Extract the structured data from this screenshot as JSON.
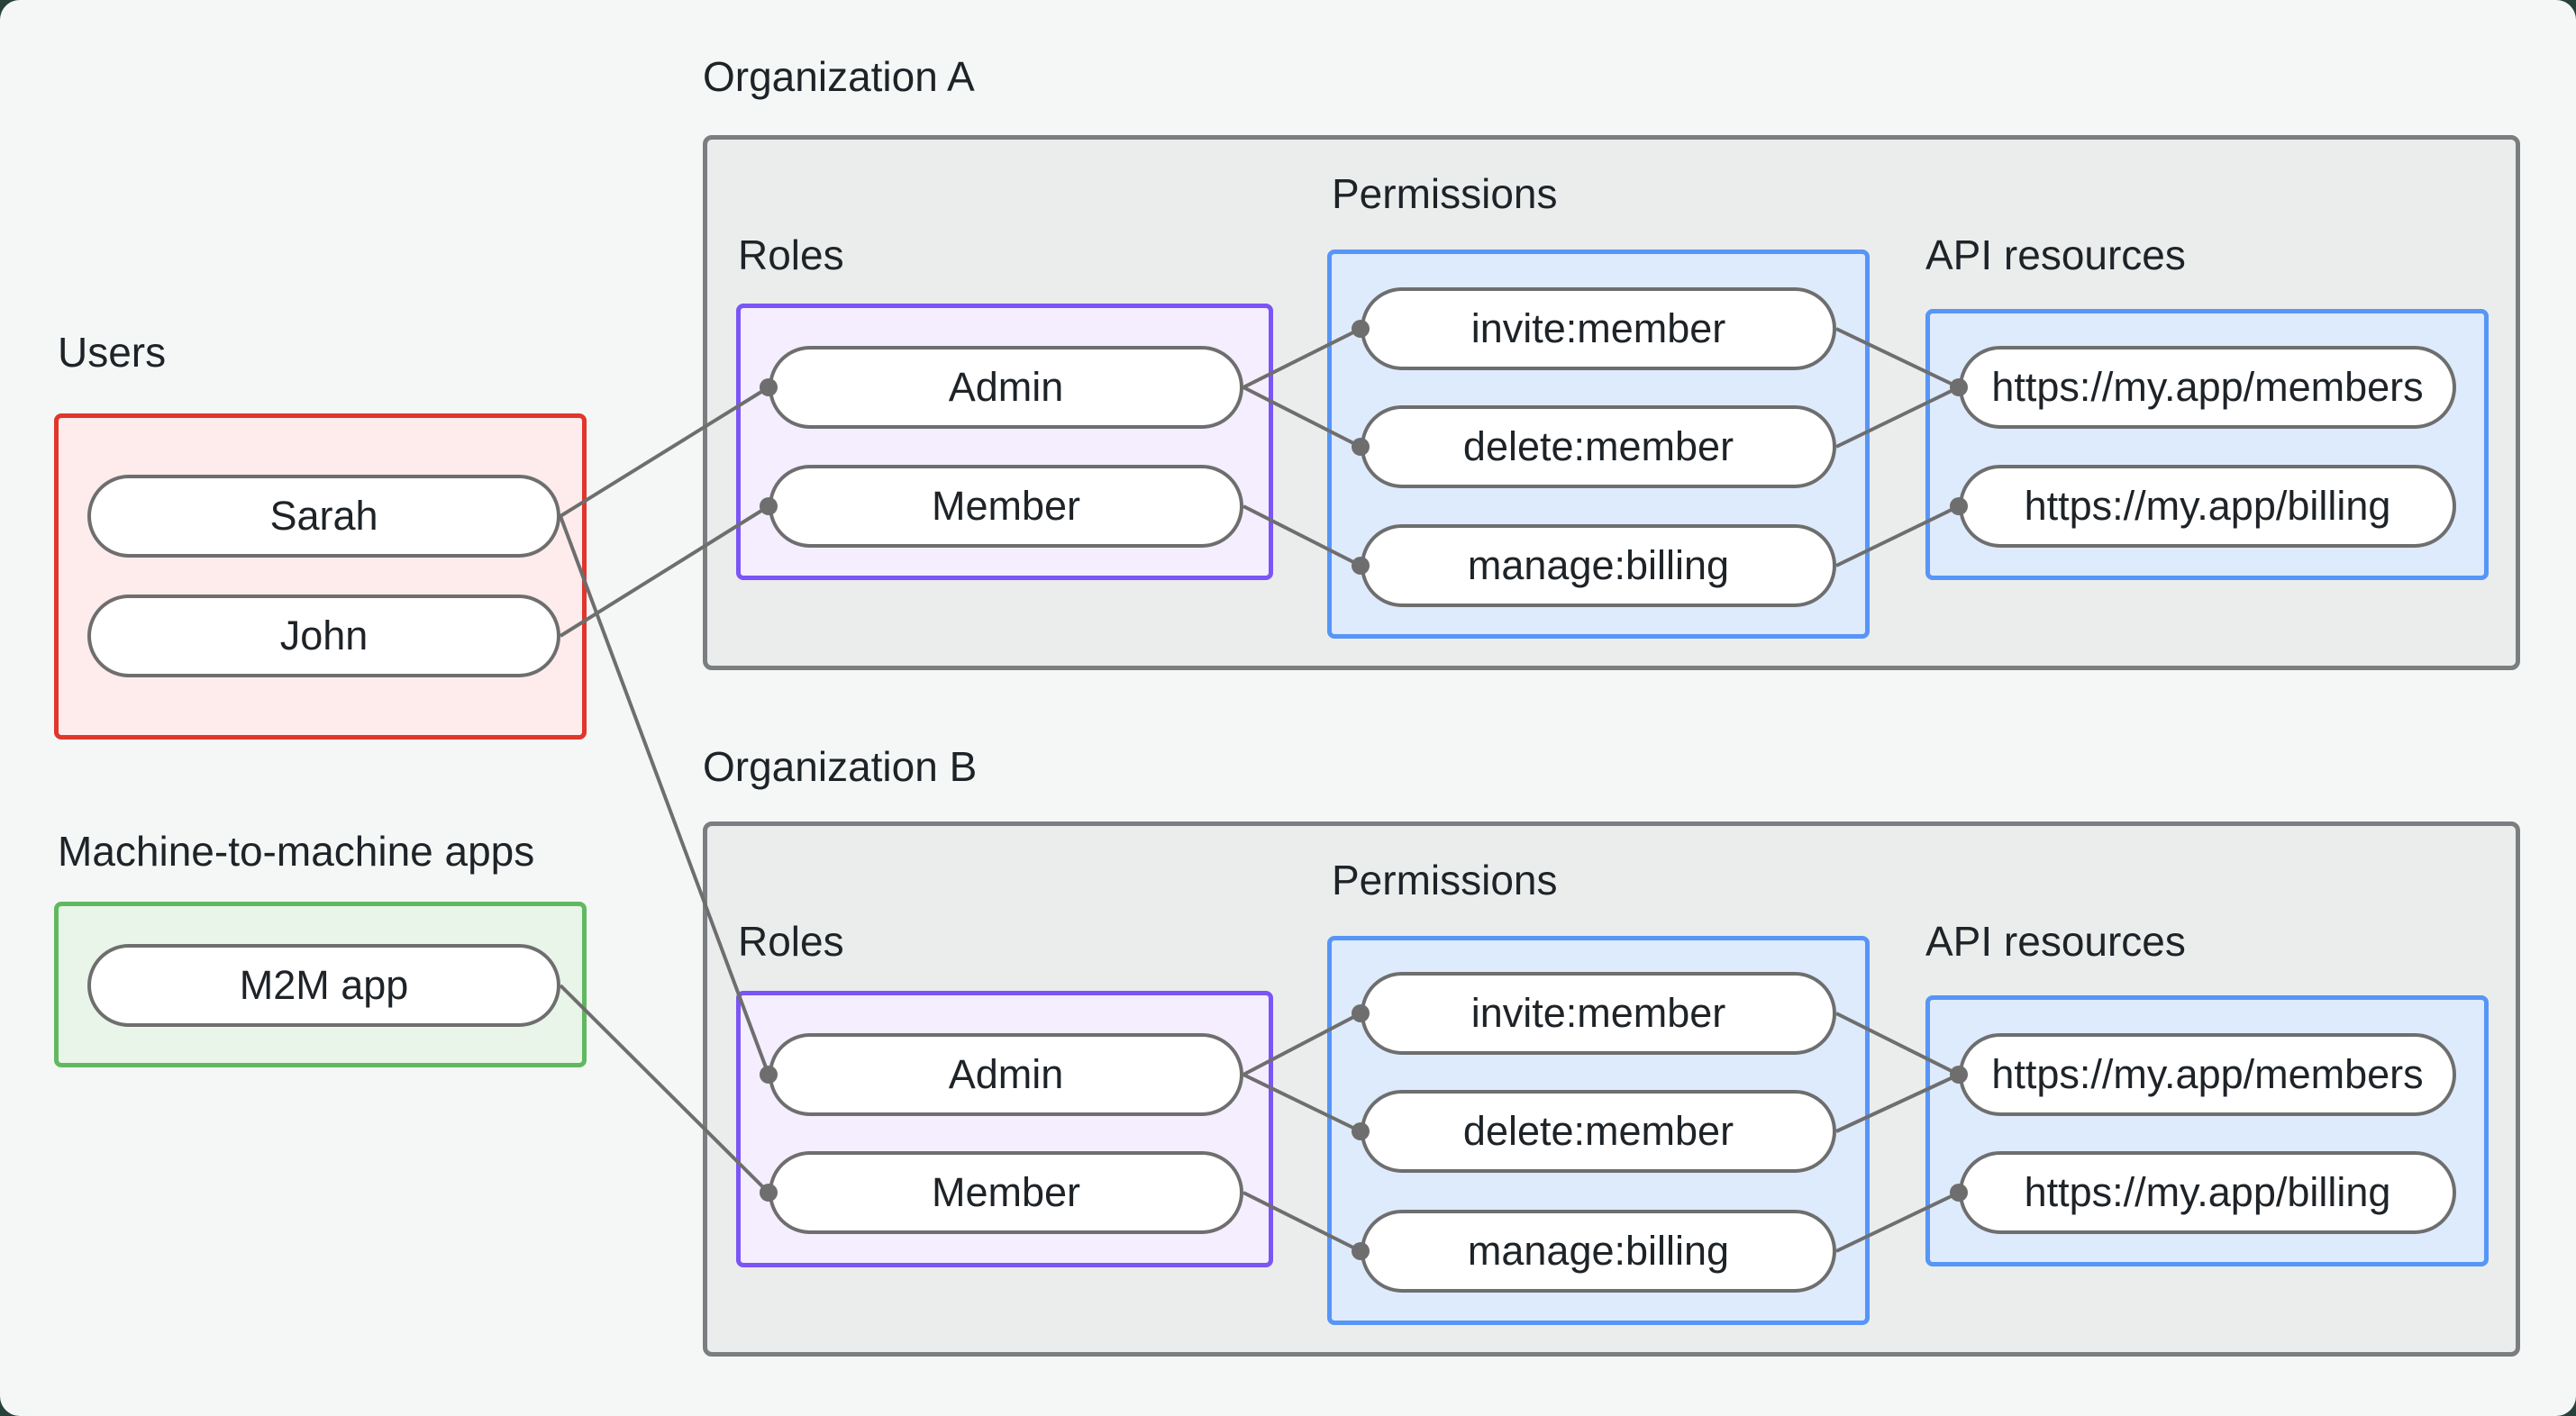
{
  "page": {
    "background": "#f5f7f6",
    "frame_background": "#27423a",
    "text_color": "#1e2328",
    "edge_color": "#6e6e6e"
  },
  "users_section": {
    "label": "Users",
    "accent_color": "#e0362c",
    "fill_color": "#fdeceb",
    "users": [
      {
        "name": "Sarah"
      },
      {
        "name": "John"
      }
    ]
  },
  "m2m_section": {
    "label": "Machine-to-machine apps",
    "accent_color": "#61b861",
    "fill_color": "#e9f5e9",
    "apps": [
      {
        "name": "M2M app"
      }
    ]
  },
  "organizations": [
    {
      "title": "Organization A",
      "roles_label": "Roles",
      "roles_accent": "#7b55f6",
      "roles": [
        {
          "name": "Admin"
        },
        {
          "name": "Member"
        }
      ],
      "permissions_label": "Permissions",
      "permissions_accent": "#5795f7",
      "permissions": [
        {
          "name": "invite:member"
        },
        {
          "name": "delete:member"
        },
        {
          "name": "manage:billing"
        }
      ],
      "api_label": "API resources",
      "api_resources": [
        {
          "name": "https://my.app/members"
        },
        {
          "name": "https://my.app/billing"
        }
      ]
    },
    {
      "title": "Organization B",
      "roles_label": "Roles",
      "roles_accent": "#7b55f6",
      "roles": [
        {
          "name": "Admin"
        },
        {
          "name": "Member"
        }
      ],
      "permissions_label": "Permissions",
      "permissions_accent": "#5795f7",
      "permissions": [
        {
          "name": "invite:member"
        },
        {
          "name": "delete:member"
        },
        {
          "name": "manage:billing"
        }
      ],
      "api_label": "API resources",
      "api_resources": [
        {
          "name": "https://my.app/members"
        },
        {
          "name": "https://my.app/billing"
        }
      ]
    }
  ],
  "connections": [
    {
      "from": "Sarah",
      "to": "Organization A / Admin"
    },
    {
      "from": "Sarah",
      "to": "Organization B / Admin"
    },
    {
      "from": "John",
      "to": "Organization A / Member"
    },
    {
      "from": "M2M app",
      "to": "Organization B / Member"
    },
    {
      "from": "Organization A / Admin",
      "to": "Organization A / invite:member"
    },
    {
      "from": "Organization A / Admin",
      "to": "Organization A / delete:member"
    },
    {
      "from": "Organization A / Member",
      "to": "Organization A / manage:billing"
    },
    {
      "from": "Organization A / invite:member",
      "to": "Organization A / https://my.app/members"
    },
    {
      "from": "Organization A / delete:member",
      "to": "Organization A / https://my.app/members"
    },
    {
      "from": "Organization A / manage:billing",
      "to": "Organization A / https://my.app/billing"
    },
    {
      "from": "Organization B / Admin",
      "to": "Organization B / invite:member"
    },
    {
      "from": "Organization B / Admin",
      "to": "Organization B / delete:member"
    },
    {
      "from": "Organization B / Member",
      "to": "Organization B / manage:billing"
    },
    {
      "from": "Organization B / invite:member",
      "to": "Organization B / https://my.app/members"
    },
    {
      "from": "Organization B / delete:member",
      "to": "Organization B / https://my.app/members"
    },
    {
      "from": "Organization B / manage:billing",
      "to": "Organization B / https://my.app/billing"
    }
  ]
}
